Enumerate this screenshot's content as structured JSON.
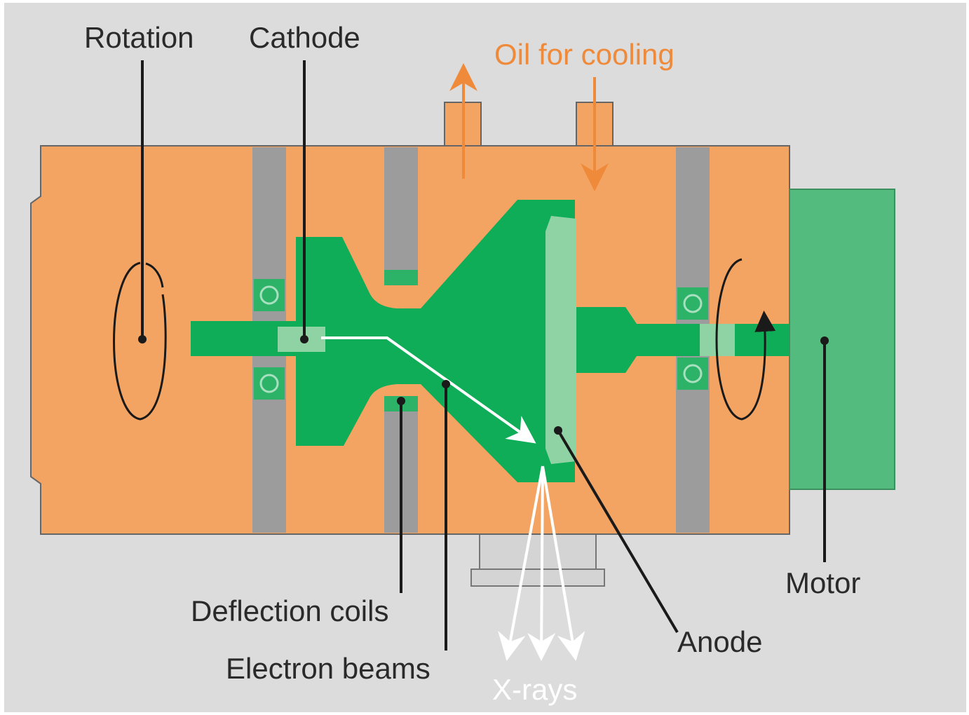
{
  "labels": {
    "rotation": "Rotation",
    "cathode": "Cathode",
    "oil": "Oil for cooling",
    "motor": "Motor",
    "deflection": "Deflection coils",
    "electron": "Electron beams",
    "anode": "Anode",
    "xrays": "X-rays"
  },
  "colors": {
    "background": "#dcdcdc",
    "housing": "#f4a462",
    "tube": "#0fad57",
    "anode_disc": "#8fd3a4",
    "motor": "#54bb7e",
    "coil": "#9c9c9c",
    "oil_label": "#ee8a3a",
    "leader": "#1a1a1a"
  }
}
